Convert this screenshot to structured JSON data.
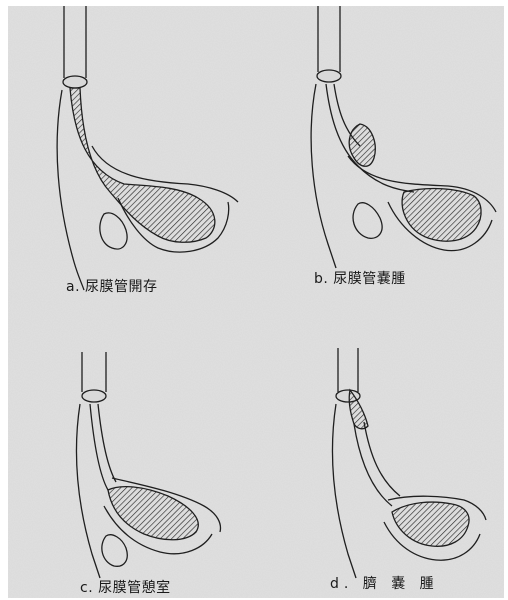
{
  "panels": [
    {
      "id": "a",
      "caption": "a. 尿膜管開存"
    },
    {
      "id": "b",
      "caption": "b. 尿膜管嚢腫"
    },
    {
      "id": "c",
      "caption": "c. 尿膜管憩室"
    },
    {
      "id": "d",
      "caption": "d. 臍 嚢 腫"
    }
  ],
  "colors": {
    "background": "#d9d9d9",
    "line": "#1f1f1f",
    "hatch": "#2a2a2a"
  }
}
